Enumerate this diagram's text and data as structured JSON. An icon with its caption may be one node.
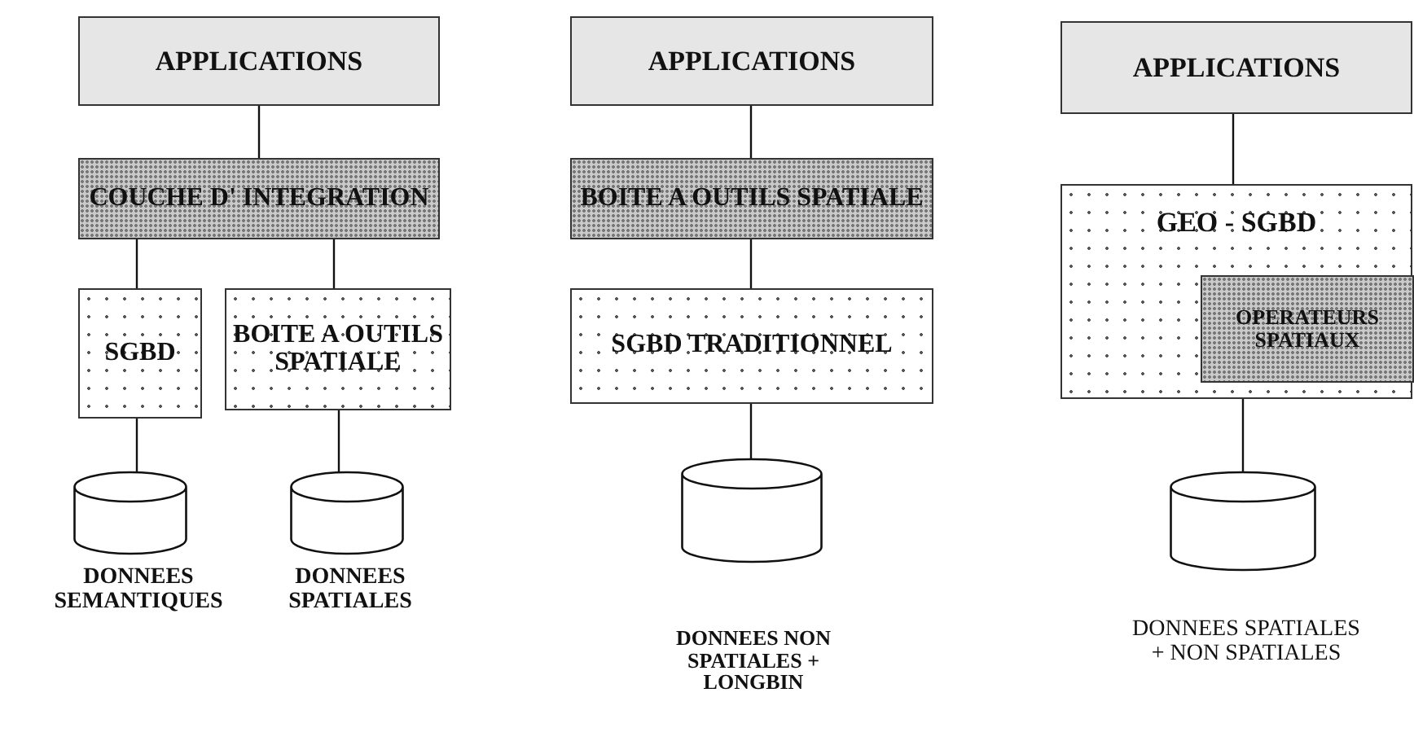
{
  "diagram": {
    "nodes": [
      {
        "text": [
          "APPLICATIONS"
        ]
      },
      {
        "text": [
          "COUCHE D' INTEGRATION"
        ]
      },
      {
        "text": [
          "SGBD"
        ]
      },
      {
        "text": [
          "BOITE A OUTILS SPATIALE"
        ]
      },
      {
        "text": [],
        "shape": "cylinder",
        "beside": [
          "DONNEES SEMANTIQUES"
        ]
      },
      {
        "text": [],
        "shape": "cylinder",
        "beside": [
          "DONNEES SPATIALES"
        ]
      },
      {
        "text": [
          "APPLICATIONS"
        ]
      },
      {
        "text": [
          "BOITE A OUTILS SPATIALE"
        ]
      },
      {
        "text": [
          "SGBD TRADITIONNEL"
        ]
      },
      {
        "text": [],
        "shape": "cylinder",
        "beside": [
          "DONNEES NON SPATIALES + LONGBIN"
        ]
      },
      {
        "text": [
          "APPLICATIONS"
        ]
      },
      {
        "text": [
          "GEO - SGBD"
        ]
      },
      {
        "text": [
          "OPERATEURS SPATIAUX"
        ],
        "in": 11
      },
      {
        "text": [],
        "shape": "cylinder",
        "beside": [
          "DONNEES SPATIALES + NON SPATIALES"
        ]
      }
    ],
    "edges": [
      {
        "from": 0,
        "to": 1,
        "arrow": "none"
      },
      {
        "from": 1,
        "to": 2,
        "arrow": "none"
      },
      {
        "from": 1,
        "to": 3,
        "arrow": "none"
      },
      {
        "from": 2,
        "to": 4,
        "arrow": "none"
      },
      {
        "from": 3,
        "to": 5,
        "arrow": "none"
      },
      {
        "from": 6,
        "to": 7,
        "arrow": "none"
      },
      {
        "from": 7,
        "to": 8,
        "arrow": "none"
      },
      {
        "from": 8,
        "to": 9,
        "arrow": "none"
      },
      {
        "from": 10,
        "to": 11,
        "arrow": "none"
      },
      {
        "from": 11,
        "to": 13,
        "arrow": "none"
      }
    ]
  }
}
